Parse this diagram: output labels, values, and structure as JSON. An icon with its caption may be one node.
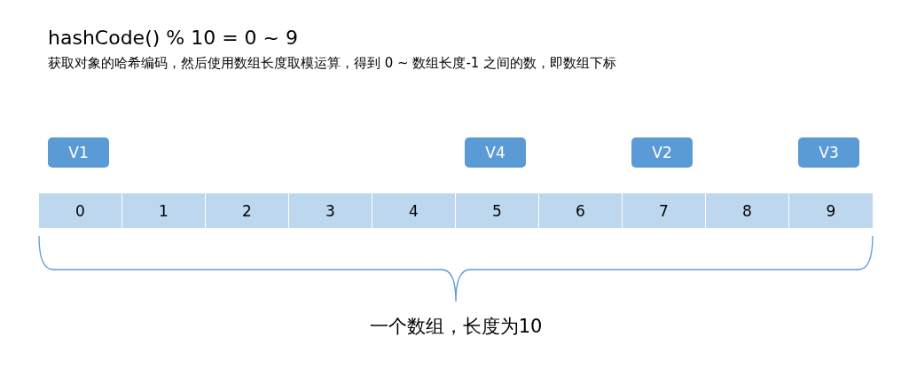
{
  "diagram": {
    "title": "hashCode() % 10 = 0 ~ 9",
    "nodes": [
      {
        "text": [
          "V1"
        ]
      },
      {
        "text": [
          "V4"
        ]
      },
      {
        "text": [
          "V2"
        ]
      },
      {
        "text": [
          "V3"
        ]
      },
      {
        "text": [
          "0"
        ]
      },
      {
        "text": [
          "1"
        ]
      },
      {
        "text": [
          "2"
        ]
      },
      {
        "text": [
          "3"
        ]
      },
      {
        "text": [
          "4"
        ]
      },
      {
        "text": [
          "5"
        ]
      },
      {
        "text": [
          "6"
        ]
      },
      {
        "text": [
          "7"
        ]
      },
      {
        "text": [
          "8"
        ]
      },
      {
        "text": [
          "9"
        ]
      }
    ],
    "edges": [],
    "labels": [
      "获取对象的哈希编码，然后使用数组长度取模运算，得到 0 ~ 数组长度-1 之间的数，即数组下标",
      "一个数组，长度为10"
    ]
  }
}
